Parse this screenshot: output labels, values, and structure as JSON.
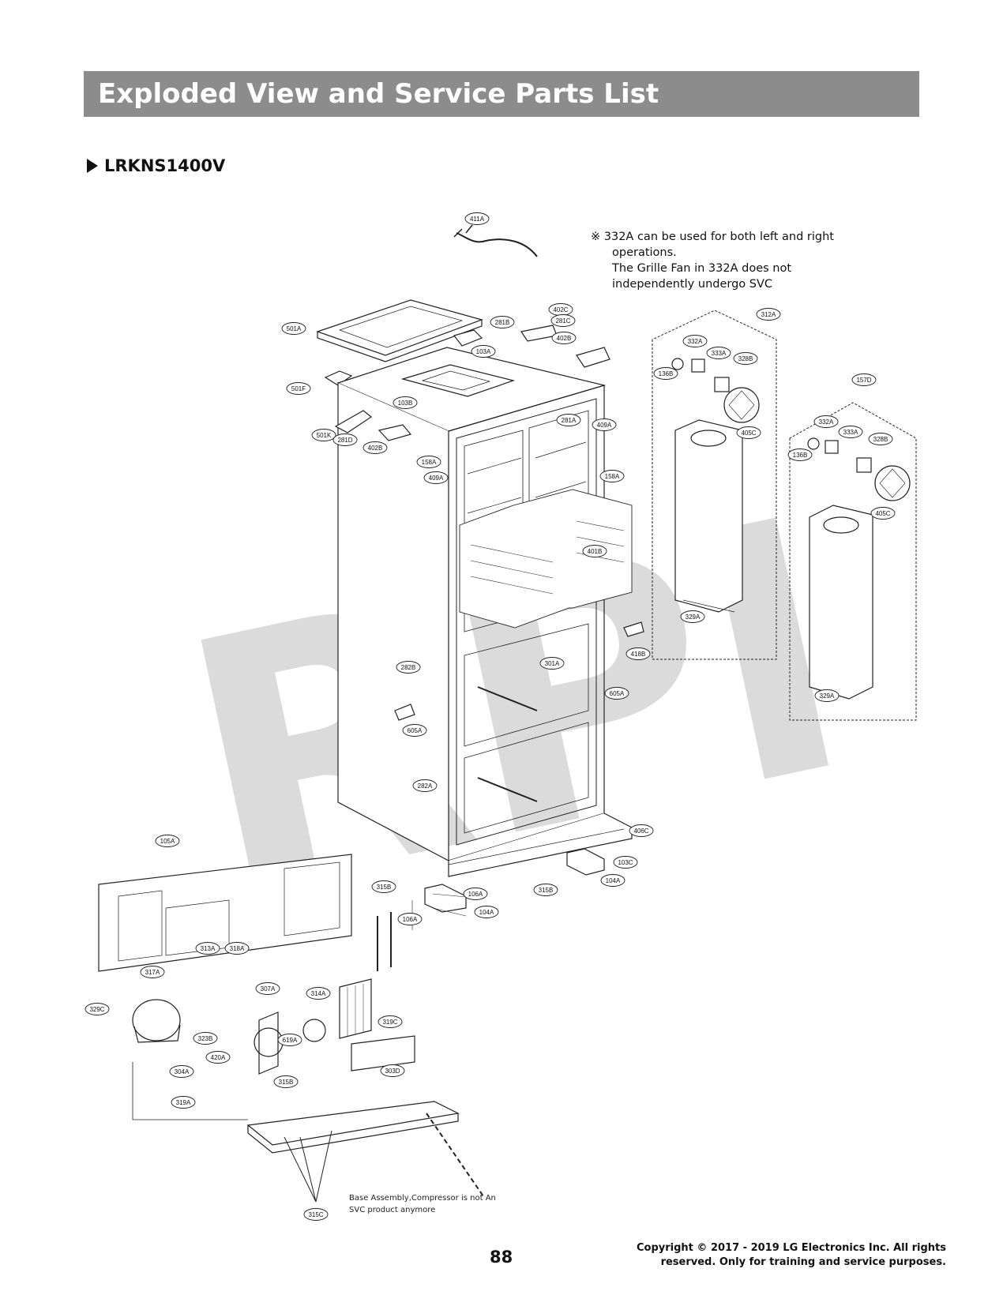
{
  "header": {
    "title": "Exploded View and Service Parts List"
  },
  "model": {
    "name": "LRKNS1400V"
  },
  "note": {
    "line1": "※ 332A can be used for both left and right",
    "line2": "operations.",
    "line3": "The Grille Fan in 332A does not",
    "line4": "independently undergo SVC"
  },
  "watermark": "RPI",
  "base_note": {
    "line1": "Base Assembly,Compressor is not An",
    "line2": "SVC product anymore"
  },
  "footer": {
    "page_number": "88",
    "copyright_line1": "Copyright © 2017 - 2019 LG Electronics Inc. All rights",
    "copyright_line2": "reserved. Only for training and service purposes."
  },
  "callouts": [
    "411A",
    "402C",
    "281C",
    "402B",
    "281B",
    "103A",
    "501A",
    "501F",
    "103B",
    "501K",
    "281D",
    "402B",
    "281A",
    "409A",
    "158A",
    "409A",
    "158A",
    "401B",
    "301A",
    "418B",
    "282B",
    "605A",
    "605A",
    "282A",
    "406C",
    "103C",
    "104A",
    "106A",
    "104A",
    "315B",
    "106A",
    "315B",
    "105A",
    "313A",
    "318A",
    "317A",
    "307A",
    "314A",
    "319C",
    "329C",
    "323B",
    "619A",
    "420A",
    "304A",
    "303D",
    "315B",
    "319A",
    "315C",
    "312A",
    "332A",
    "333A",
    "328B",
    "136B",
    "405C",
    "329A",
    "157D",
    "332A",
    "333A",
    "328B",
    "136B",
    "405C",
    "329A",
    "157D"
  ]
}
